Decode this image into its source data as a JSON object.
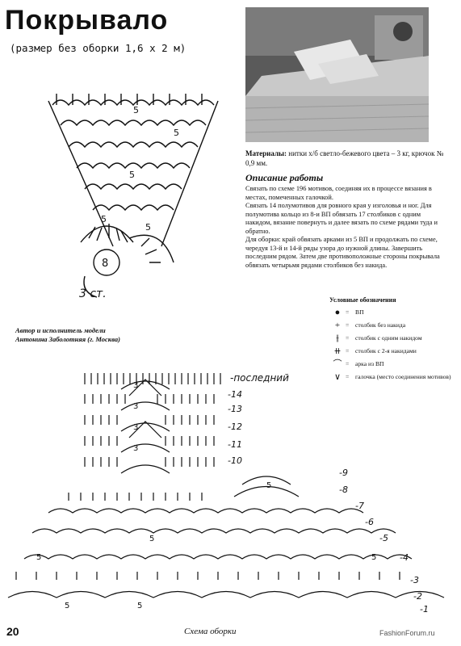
{
  "title": "Покрывало",
  "subtitle": "(размер без оборки 1,6 х 2 м)",
  "materials": {
    "label": "Материалы:",
    "text": " нитки х/б светло-бежевого цвета – 3 кг, крючок № 0,9 мм."
  },
  "section_heading": "Описание работы",
  "description": [
    "Связать по схеме 196 мотивов, соединяя их в процессе вязания в местах, помеченных галочкой.",
    "Связать 14 полумотивов для ровного края у изголовья и ног. Для полумотива кольцо из 8-и ВП обвязать 17 столбиков с одним накидом, вязание повернуть и далее вязать по схеме рядами туда и обратно.",
    "Для оборки: край обвязать арками из 5 ВП и продолжать по схеме, чередуя 13-й и 14-й ряды узора до нужной длины. Завершить последним рядом. Затем две противоположные стороны покрывала обвязать четырьмя рядами столбиков без накида."
  ],
  "legend": {
    "title": "Условные обозначения",
    "items": [
      {
        "icon": "dot-icon",
        "text": "ВП"
      },
      {
        "icon": "cross-icon",
        "text": "столбик без накида"
      },
      {
        "icon": "stitch-one-yarn-over-icon",
        "text": "столбик с одним накидом"
      },
      {
        "icon": "stitch-two-yarn-over-icon",
        "text": "столбик с 2-я накидами"
      },
      {
        "icon": "arch-icon",
        "text": "арка из ВП"
      },
      {
        "icon": "checkmark-icon",
        "text": "галочка (место соединения мотивов)"
      }
    ]
  },
  "author": {
    "line1": "Автор и исполнитель модели",
    "line2": "Антонина Заболотняя (г. Москва)"
  },
  "motif_chart": {
    "ring_label": "8",
    "note": "3 ст.",
    "arch_label": "5"
  },
  "ruffle_chart": {
    "row_labels": [
      "-последний",
      "-14",
      "-13",
      "-12",
      "-11",
      "-10",
      "-9",
      "-8",
      "-7",
      "-6",
      "-5",
      "-4",
      "-3",
      "-2",
      "-1"
    ],
    "arch_label": "5",
    "pattern_label": "3"
  },
  "caption": "Схема оборки",
  "page_number": "20",
  "watermark": "FashionForum.ru"
}
